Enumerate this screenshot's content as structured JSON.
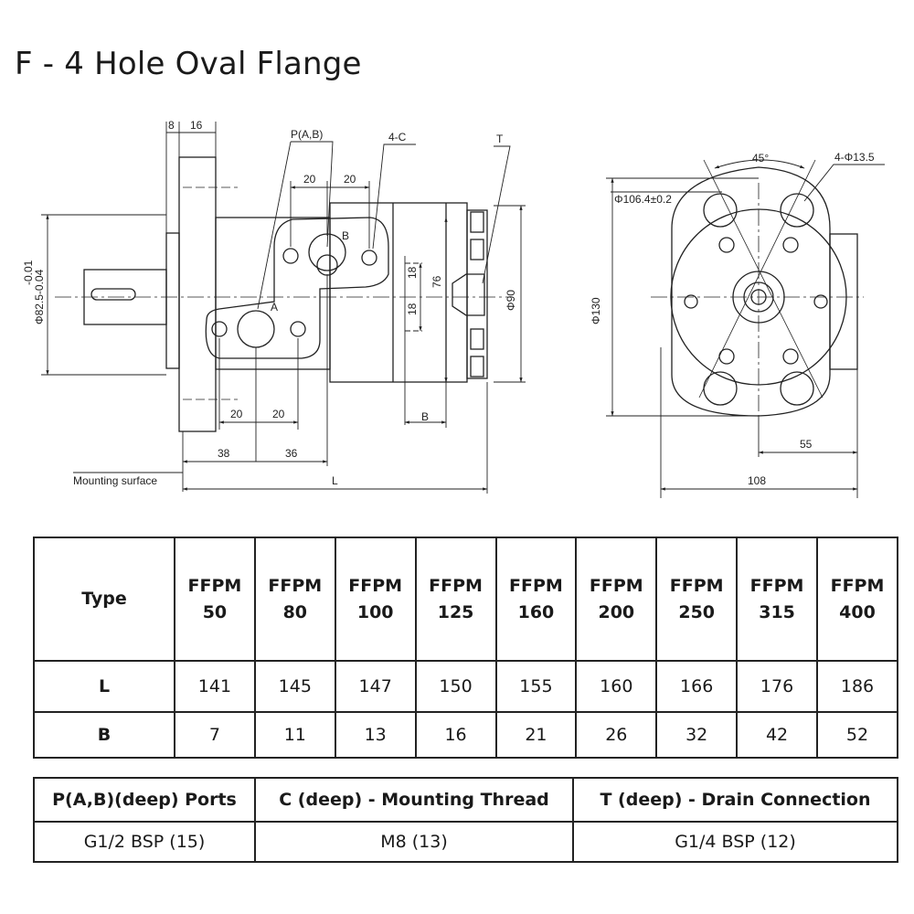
{
  "title": "F - 4 Hole Oval Flange",
  "drawing": {
    "left_labels": {
      "d8": "8",
      "d16": "16",
      "pab": "P(A,B)",
      "c4": "4-C",
      "t": "T",
      "d20a": "20",
      "d20b": "20",
      "b_port": "B",
      "a_port": "A",
      "d18a": "18",
      "d18b": "18",
      "d76": "76",
      "d90": "Φ90",
      "shaft": "Φ82.5-0.04",
      "shaft_tol": "-0.01",
      "d20c": "20",
      "d20d": "20",
      "bdim": "B",
      "d38": "38",
      "d36": "36",
      "mount": "Mounting surface",
      "l": "L"
    },
    "right_labels": {
      "angle": "45°",
      "holes": "4-Φ13.5",
      "pcd": "Φ106.4±0.2",
      "d130": "Φ130",
      "d55": "55",
      "d108": "108"
    }
  },
  "spec_table": {
    "header_label": "Type",
    "types": [
      {
        "l1": "FFPM",
        "l2": "50"
      },
      {
        "l1": "FFPM",
        "l2": "80"
      },
      {
        "l1": "FFPM",
        "l2": "100"
      },
      {
        "l1": "FFPM",
        "l2": "125"
      },
      {
        "l1": "FFPM",
        "l2": "160"
      },
      {
        "l1": "FFPM",
        "l2": "200"
      },
      {
        "l1": "FFPM",
        "l2": "250"
      },
      {
        "l1": "FFPM",
        "l2": "315"
      },
      {
        "l1": "FFPM",
        "l2": "400"
      }
    ],
    "rows": [
      {
        "label": "L",
        "values": [
          "141",
          "145",
          "147",
          "150",
          "155",
          "160",
          "166",
          "176",
          "186"
        ]
      },
      {
        "label": "B",
        "values": [
          "7",
          "11",
          "13",
          "16",
          "21",
          "26",
          "32",
          "42",
          "52"
        ]
      }
    ]
  },
  "ports_table": {
    "headers": [
      "P(A,B)(deep) Ports",
      "C (deep) - Mounting Thread",
      "T (deep) - Drain Connection"
    ],
    "values": [
      "G1/2 BSP (15)",
      "M8 (13)",
      "G1/4 BSP (12)"
    ]
  }
}
